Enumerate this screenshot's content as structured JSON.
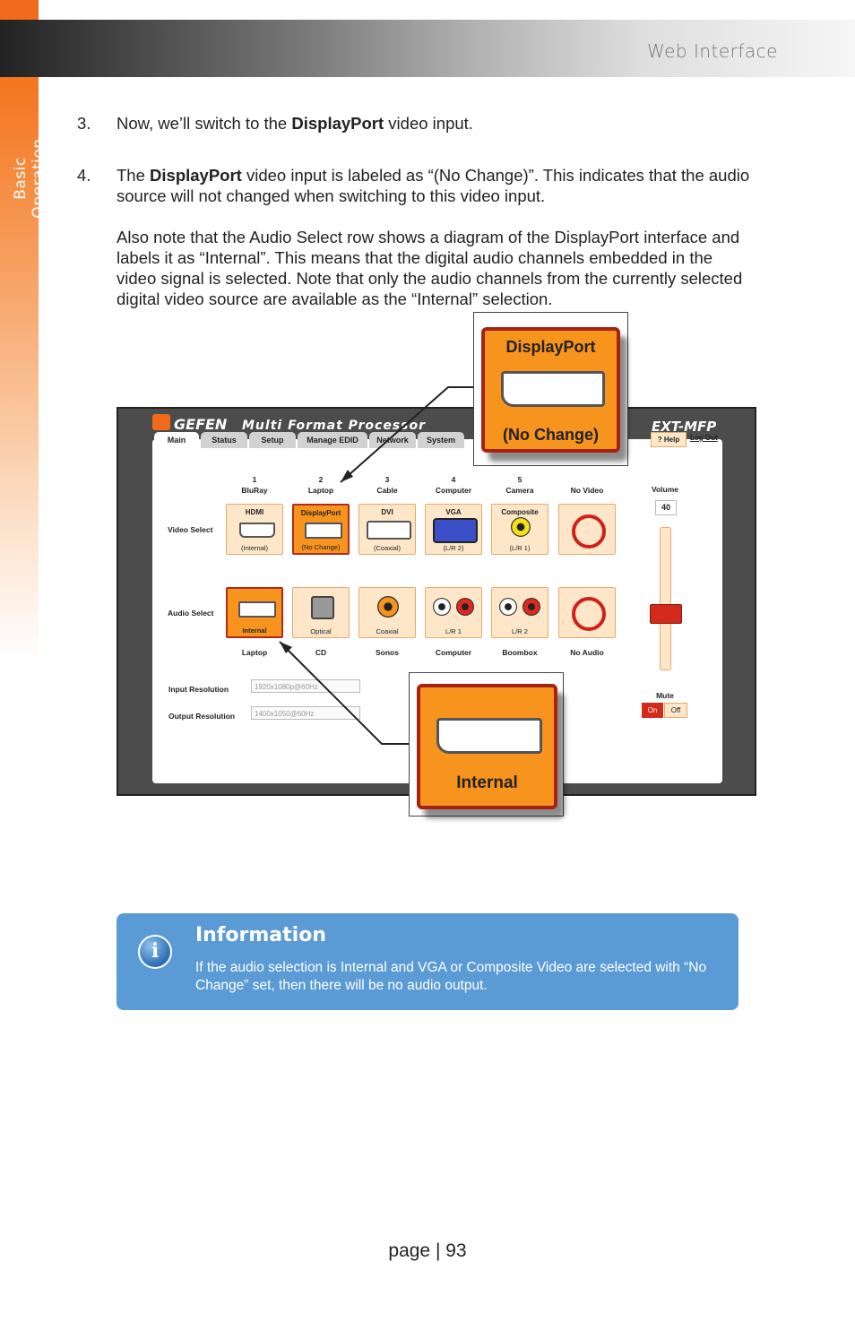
{
  "header": {
    "section_label": "Basic Operation",
    "title": "Web Interface"
  },
  "steps": [
    {
      "number": "3.",
      "pre": "Now, we’ll switch to the ",
      "bold": "DisplayPort",
      "post": " video input."
    },
    {
      "number": "4.",
      "pre": "The ",
      "bold": "DisplayPort",
      "post": " video input is labeled as “(No Change)”.  This indicates that the audio source will not changed when switching to this video input."
    }
  ],
  "note_paragraph": [
    "Also note that the Audio Select row shows a diagram of the DisplayPort interface and",
    "labels it as “Internal”.  This means that the digital audio channels embedded in the",
    "video signal is selected.  Note that only the audio channels from the currently selected",
    "digital video source are available as the “Internal” selection."
  ],
  "screenshot": {
    "brand": "GEFEN",
    "app_title": "Multi Format Processor",
    "model": "EXT-MFP",
    "tabs": [
      "Main",
      "Status",
      "Setup",
      "Manage EDID",
      "Network",
      "System"
    ],
    "help_label": "? Help",
    "logout_label": "Log Out",
    "row_labels": {
      "video": "Video Select",
      "audio": "Audio Select"
    },
    "video_inputs": [
      {
        "num": "1",
        "name": "BluRay",
        "type": "HDMI",
        "sub": "(Internal)"
      },
      {
        "num": "2",
        "name": "Laptop",
        "type": "DisplayPort",
        "sub": "(No Change)"
      },
      {
        "num": "3",
        "name": "Cable",
        "type": "DVI",
        "sub": "(Coaxial)"
      },
      {
        "num": "4",
        "name": "Computer",
        "type": "VGA",
        "sub": "(L/R 2)"
      },
      {
        "num": "5",
        "name": "Camera",
        "type": "Composite",
        "sub": "(L/R 1)"
      },
      {
        "num": "",
        "name": "No Video",
        "type": "",
        "sub": ""
      }
    ],
    "audio_inputs": [
      {
        "type": "Internal",
        "name": "Laptop"
      },
      {
        "type": "Optical",
        "name": "CD"
      },
      {
        "type": "Coaxial",
        "name": "Sonos"
      },
      {
        "type": "L/R 1",
        "name": "Computer"
      },
      {
        "type": "L/R 2",
        "name": "Boombox"
      },
      {
        "type": "",
        "name": "No Audio"
      }
    ],
    "volume_label": "Volume",
    "volume_value": "40",
    "mute_label": "Mute",
    "mute_on": "On",
    "mute_off": "Off",
    "input_resolution_label": "Input Resolution",
    "input_resolution": "1920x1080p@60Hz",
    "output_resolution_label": "Output Resolution",
    "output_resolution": "1400x1050@60Hz"
  },
  "callouts": {
    "top": {
      "title": "DisplayPort",
      "sub": "(No Change)"
    },
    "bottom": {
      "title": "Internal"
    }
  },
  "info": {
    "title": "Information",
    "text": "If the audio selection is Internal and VGA or Composite Video are selected with “No Change” set, then there will be no audio output."
  },
  "footer": {
    "page": "page | 93"
  }
}
